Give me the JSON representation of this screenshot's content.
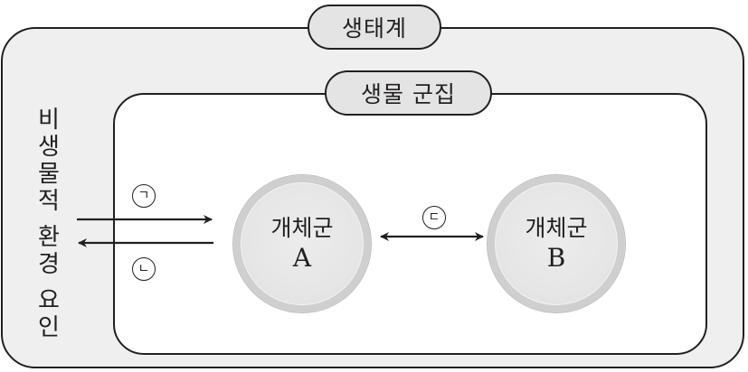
{
  "diagram": {
    "ecosystem_label": "생태계",
    "community_label": "생물 군집",
    "abiotic_label_chars": [
      "비",
      "생",
      "물",
      "적",
      " ",
      "환",
      "경",
      " ",
      "요",
      "인"
    ],
    "abiotic_label": "비생물적 환경 요인",
    "population_a": {
      "name": "개체군",
      "letter": "A"
    },
    "population_b": {
      "name": "개체군",
      "letter": "B"
    },
    "relations": [
      {
        "marker": "ㄱ",
        "from": "비생물적 환경 요인",
        "to": "개체군 A",
        "direction": "right"
      },
      {
        "marker": "ㄴ",
        "from": "개체군 A",
        "to": "비생물적 환경 요인",
        "direction": "left"
      },
      {
        "marker": "ㄷ",
        "from": "개체군 A",
        "to": "개체군 B",
        "direction": "bidirectional"
      }
    ]
  },
  "colors": {
    "ecosystem_fill": "#efefef",
    "community_fill": "#ffffff",
    "pill_fill": "#e4e4e4",
    "stroke": "#231f20",
    "circle_fill": "#e6e6e6",
    "circle_ring": "#cfcfcf"
  }
}
